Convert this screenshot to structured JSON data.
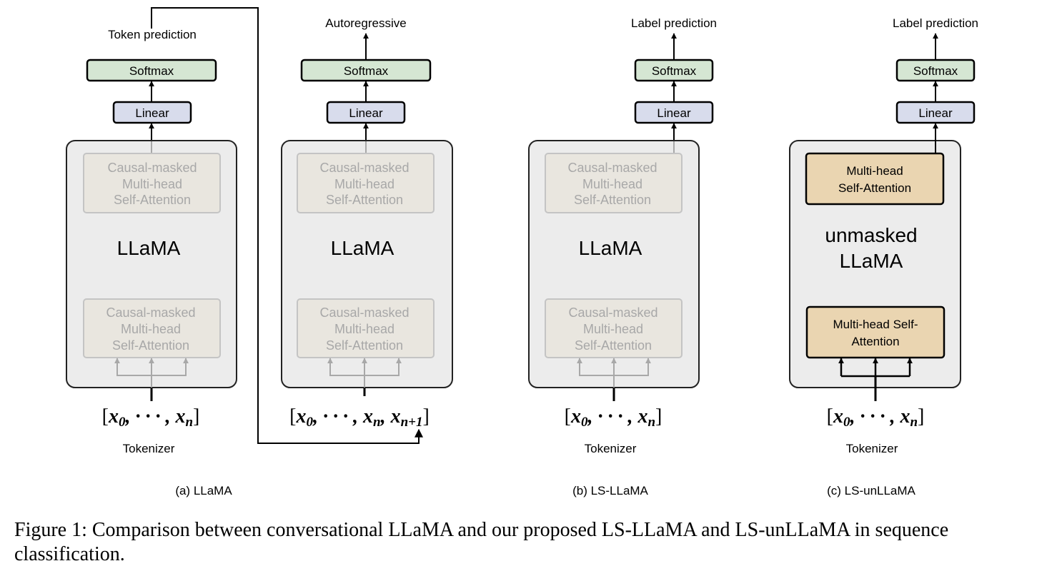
{
  "colors": {
    "softmax_fill": "#d5e6d3",
    "linear_fill": "#d8dcec",
    "outer_fill": "#ececec",
    "faded_block_fill": "#e9e6df",
    "active_block_fill": "#ead5b1"
  },
  "panels": {
    "a": {
      "output": "Token prediction",
      "softmax": "Softmax",
      "linear": "Linear",
      "block_top": [
        "Causal-masked",
        "Multi-head",
        "Self-Attention"
      ],
      "block_bottom": [
        "Causal-masked",
        "Multi-head",
        "Self-Attention"
      ],
      "model": "LLaMA",
      "input_tokens": [
        "x_0",
        "x_n"
      ],
      "tokenizer": "Tokenizer",
      "sublabel": "(a) LLaMA"
    },
    "a2": {
      "output": "Autoregressive",
      "softmax": "Softmax",
      "linear": "Linear",
      "block_top": [
        "Causal-masked",
        "Multi-head",
        "Self-Attention"
      ],
      "block_bottom": [
        "Causal-masked",
        "Multi-head",
        "Self-Attention"
      ],
      "model": "LLaMA",
      "input_tokens": [
        "x_0",
        "x_n",
        "x_{n+1}"
      ]
    },
    "b": {
      "output": "Label prediction",
      "softmax": "Softmax",
      "linear": "Linear",
      "block_top": [
        "Causal-masked",
        "Multi-head",
        "Self-Attention"
      ],
      "block_bottom": [
        "Causal-masked",
        "Multi-head",
        "Self-Attention"
      ],
      "model": "LLaMA",
      "input_tokens": [
        "x_0",
        "x_n"
      ],
      "tokenizer": "Tokenizer",
      "sublabel": "(b) LS-LLaMA"
    },
    "c": {
      "output": "Label prediction",
      "softmax": "Softmax",
      "linear": "Linear",
      "block_top": [
        "Multi-head",
        "Self-Attention"
      ],
      "block_bottom": [
        "Multi-head Self-",
        "Attention"
      ],
      "model": [
        "unmasked",
        "LLaMA"
      ],
      "input_tokens": [
        "x_0",
        "x_n"
      ],
      "tokenizer": "Tokenizer",
      "sublabel": "(c) LS-unLLaMA"
    }
  },
  "caption": "Figure 1: Comparison between conversational LLaMA and our proposed LS-LLaMA and LS-unLLaMA in sequence classification."
}
